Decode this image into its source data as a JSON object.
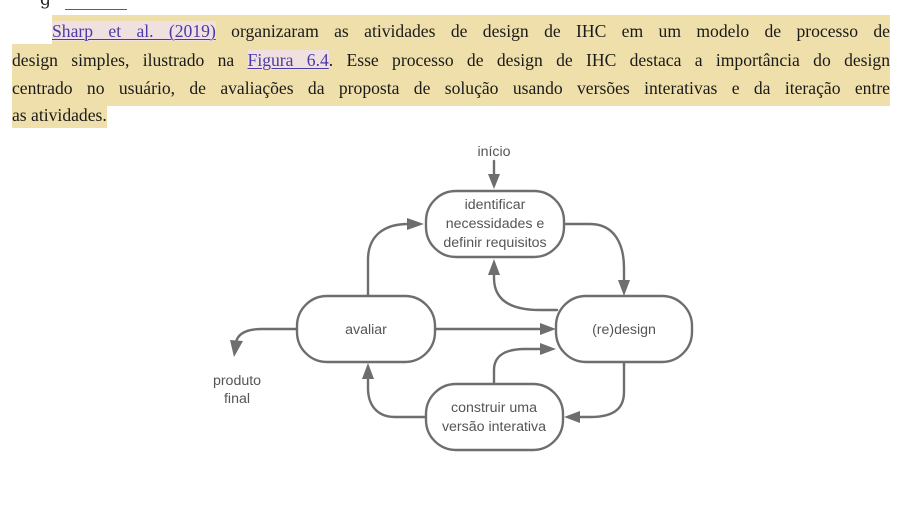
{
  "document": {
    "previous_line_fragment": "g",
    "paragraph": {
      "citation_link": "Sharp et al. (2019)",
      "line1_rest": " organizaram as atividades de design de IHC em um modelo de processo de",
      "line2_before_link": "design simples, ilustrado na ",
      "figure_link": "Figura 6.4",
      "line2_after_link": ". Esse processo de design de IHC destaca a importância do design",
      "line3": "centrado no usuário, de avaliações da proposta de solução usando versões interativas e da iteração entre",
      "line4": "as atividades."
    },
    "colors": {
      "highlight": "#efdfaa",
      "link_highlight": "#f1e0e0",
      "link_text": "#4a3aa6",
      "diagram_stroke": "#6e6e70",
      "diagram_text": "#555555"
    }
  },
  "figure": {
    "start_label": "início",
    "end_label_line1": "produto",
    "end_label_line2": "final",
    "nodes": {
      "identify": {
        "line1": "identificar",
        "line2": "necessidades e",
        "line3": "definir requisitos"
      },
      "evaluate": {
        "label": "avaliar"
      },
      "redesign": {
        "label": "(re)design"
      },
      "build": {
        "line1": "construir uma",
        "line2": "versão interativa"
      }
    }
  }
}
